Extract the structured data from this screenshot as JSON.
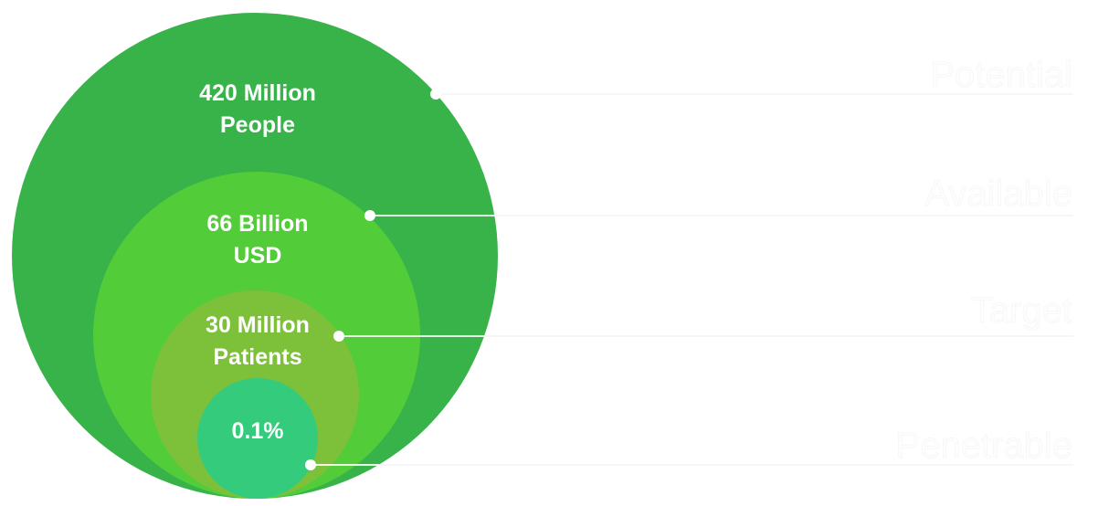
{
  "circles": [
    {
      "label_line1": "420 Million",
      "label_line2": "People",
      "category": "Potential",
      "color": "#37b34a"
    },
    {
      "label_line1": "66 Billion",
      "label_line2": "USD",
      "category": "Available",
      "color": "#52cc38"
    },
    {
      "label_line1": "30 Million",
      "label_line2": "Patients",
      "category": "Target",
      "color": "#7dc13a"
    },
    {
      "label_line1": "0.1%",
      "category": "Penetrable",
      "color": "#35cb7d"
    }
  ]
}
